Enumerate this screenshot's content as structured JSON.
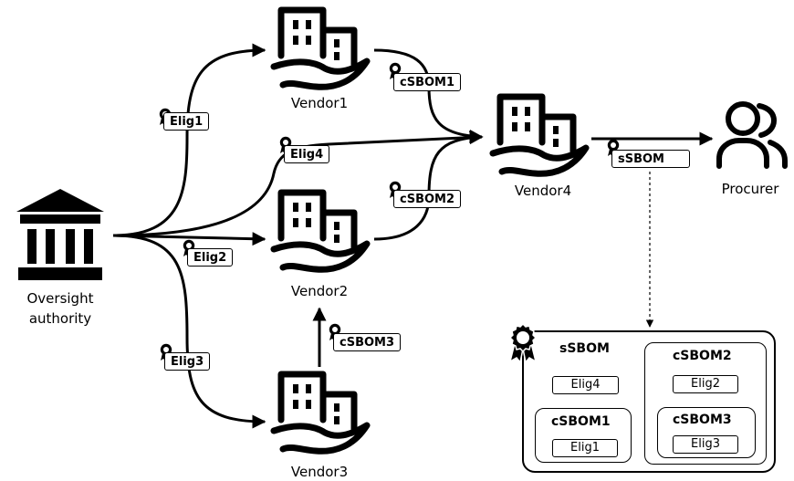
{
  "nodes": {
    "authority": {
      "line1": "Oversight",
      "line2": "authority"
    },
    "vendor1": "Vendor1",
    "vendor2": "Vendor2",
    "vendor3": "Vendor3",
    "vendor4": "Vendor4",
    "procurer": "Procurer"
  },
  "tags": {
    "elig1": "Elig1",
    "elig2": "Elig2",
    "elig3": "Elig3",
    "elig4": "Elig4",
    "csbom1": "cSBOM1",
    "csbom2": "cSBOM2",
    "csbom3": "cSBOM3",
    "ssbom": "sSBOM"
  },
  "composite": {
    "ssbom_title": "sSBOM",
    "ssbom_elig": "Elig4",
    "csbom1_title": "cSBOM1",
    "csbom1_elig": "Elig1",
    "csbom2_title": "cSBOM2",
    "csbom2_elig": "Elig2",
    "csbom3_title": "cSBOM3",
    "csbom3_elig": "Elig3"
  },
  "icons": [
    "bank-icon",
    "vendor-building-hand-icon",
    "procurer-users-icon",
    "certificate-badge-icon"
  ]
}
